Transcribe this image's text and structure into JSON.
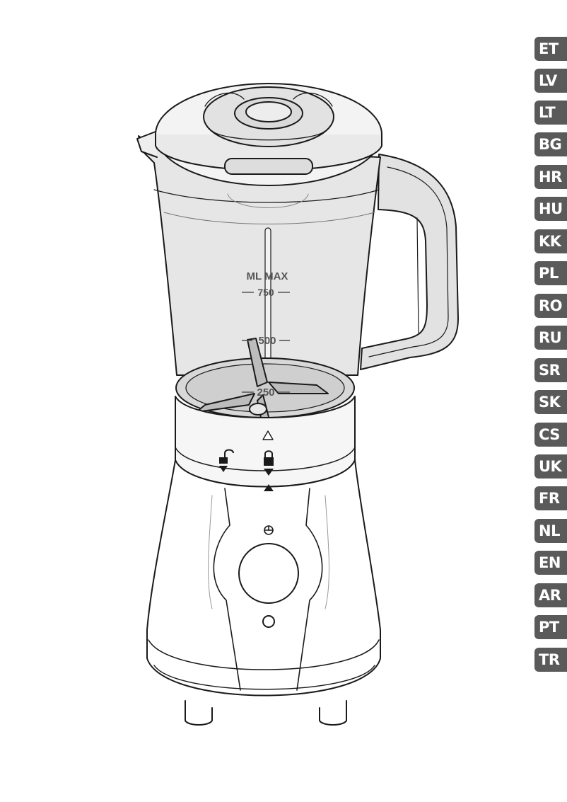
{
  "languages": [
    "ET",
    "LV",
    "LT",
    "BG",
    "HR",
    "HU",
    "KK",
    "PL",
    "RO",
    "RU",
    "SR",
    "SK",
    "CS",
    "UK",
    "FR",
    "NL",
    "EN",
    "AR",
    "PT",
    "TR"
  ],
  "jug_markings": {
    "max_label": "ML MAX",
    "mark_750": "750",
    "mark_500": "500",
    "mark_250": "250"
  },
  "colors": {
    "tab_background": "#5a5a5a",
    "tab_text": "#ffffff",
    "line_art": "#1a1a1a",
    "jug_tint": "#e4e4e4"
  },
  "icons": [
    "unlock-icon",
    "lock-icon",
    "power-icon"
  ]
}
